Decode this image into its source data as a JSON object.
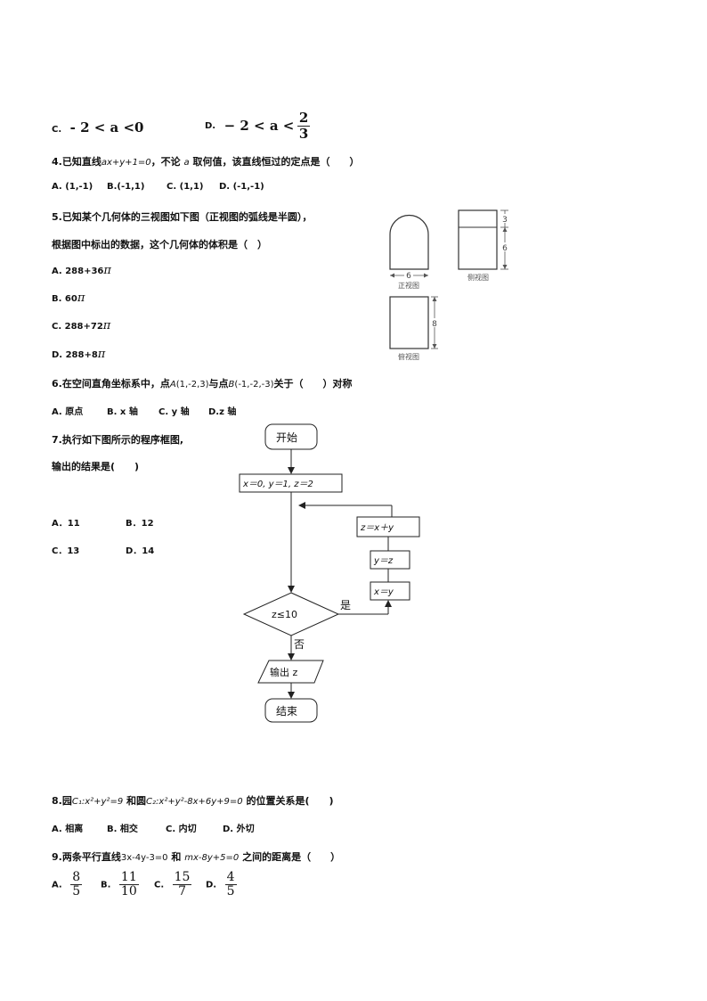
{
  "q3": {
    "optC_label": "C.",
    "optC_expr": "- 2 < a <0",
    "optD_label": "D.",
    "optD_left": "− 2 < a <",
    "optD_num": "2",
    "optD_den": "3"
  },
  "q4": {
    "stem_pre": "4.已知直线",
    "stem_eq": "ax+y+1=0",
    "stem_mid": "，不论",
    "stem_var": "a",
    "stem_post": "取何值，该直线恒过的定点是（　　）",
    "options": [
      "A. (1,-1)",
      "B.(-1,1)",
      "C. (1,1)",
      "D. (-1,-1)"
    ]
  },
  "q5": {
    "stem_line1": "5.已知某个几何体的三视图如下图（正视图的弧线是半圆），",
    "stem_line2": "根据图中标出的数据，这个几何体的体积是（　）",
    "options": [
      "A. 288+36",
      "B. 60",
      "C. 288+72",
      "D. 288+8"
    ],
    "pi": "π",
    "figure": {
      "front_dim": "6",
      "front_label": "正视图",
      "side_dim_top": "3",
      "side_dim_bottom": "6",
      "side_label": "侧视图",
      "top_dim": "8",
      "top_label": "俯视图"
    }
  },
  "q6": {
    "stem_pre": "6.在空间直角坐标系中，点",
    "pointA_name": "A",
    "pointA_coords": "(1,-2,3)",
    "stem_mid": "与点",
    "pointB_name": "B",
    "pointB_coords": "(-1,-2,-3)",
    "stem_post": "关于（　　）对称",
    "options": [
      "A. 原点",
      "B. x 轴",
      "C. y 轴",
      "D.z 轴"
    ]
  },
  "q7": {
    "stem_line1": "7.执行如下图所示的程序框图,",
    "stem_line2": "输出的结果是(　　)",
    "options": [
      "A．11",
      "B．12",
      "C．13",
      "D．14"
    ],
    "flow": {
      "start": "开始",
      "init": "x＝0, y＝1, z＝2",
      "step1": "z＝x＋y",
      "step2": "y＝z",
      "step3": "x＝y",
      "condition": "z≤10",
      "yes": "是",
      "no": "否",
      "output": "输出 z",
      "end": "结束"
    }
  },
  "q8": {
    "stem_pre": "8.园",
    "c1_name": "C₁",
    "c1_eq": ":x²+y²=9",
    "stem_mid": "和圆",
    "c2_name": "C₂",
    "c2_eq": ":x²+y²-8x+6y+9=0",
    "stem_post": "的位置关系是(　　)",
    "options": [
      "A. 相离",
      "B. 相交",
      "C. 内切",
      "D. 外切"
    ]
  },
  "q9": {
    "stem_pre": "9.两条平行直线",
    "line1": "3x-4y-3=0",
    "stem_mid": "和",
    "line2": "mx-8y+5=0",
    "stem_post": "之间的距离是（　　）",
    "options": [
      {
        "label": "A.",
        "num": "8",
        "den": "5"
      },
      {
        "label": "B.",
        "num": "11",
        "den": "10"
      },
      {
        "label": "C.",
        "num": "15",
        "den": "7"
      },
      {
        "label": "D.",
        "num": "4",
        "den": "5"
      }
    ]
  }
}
